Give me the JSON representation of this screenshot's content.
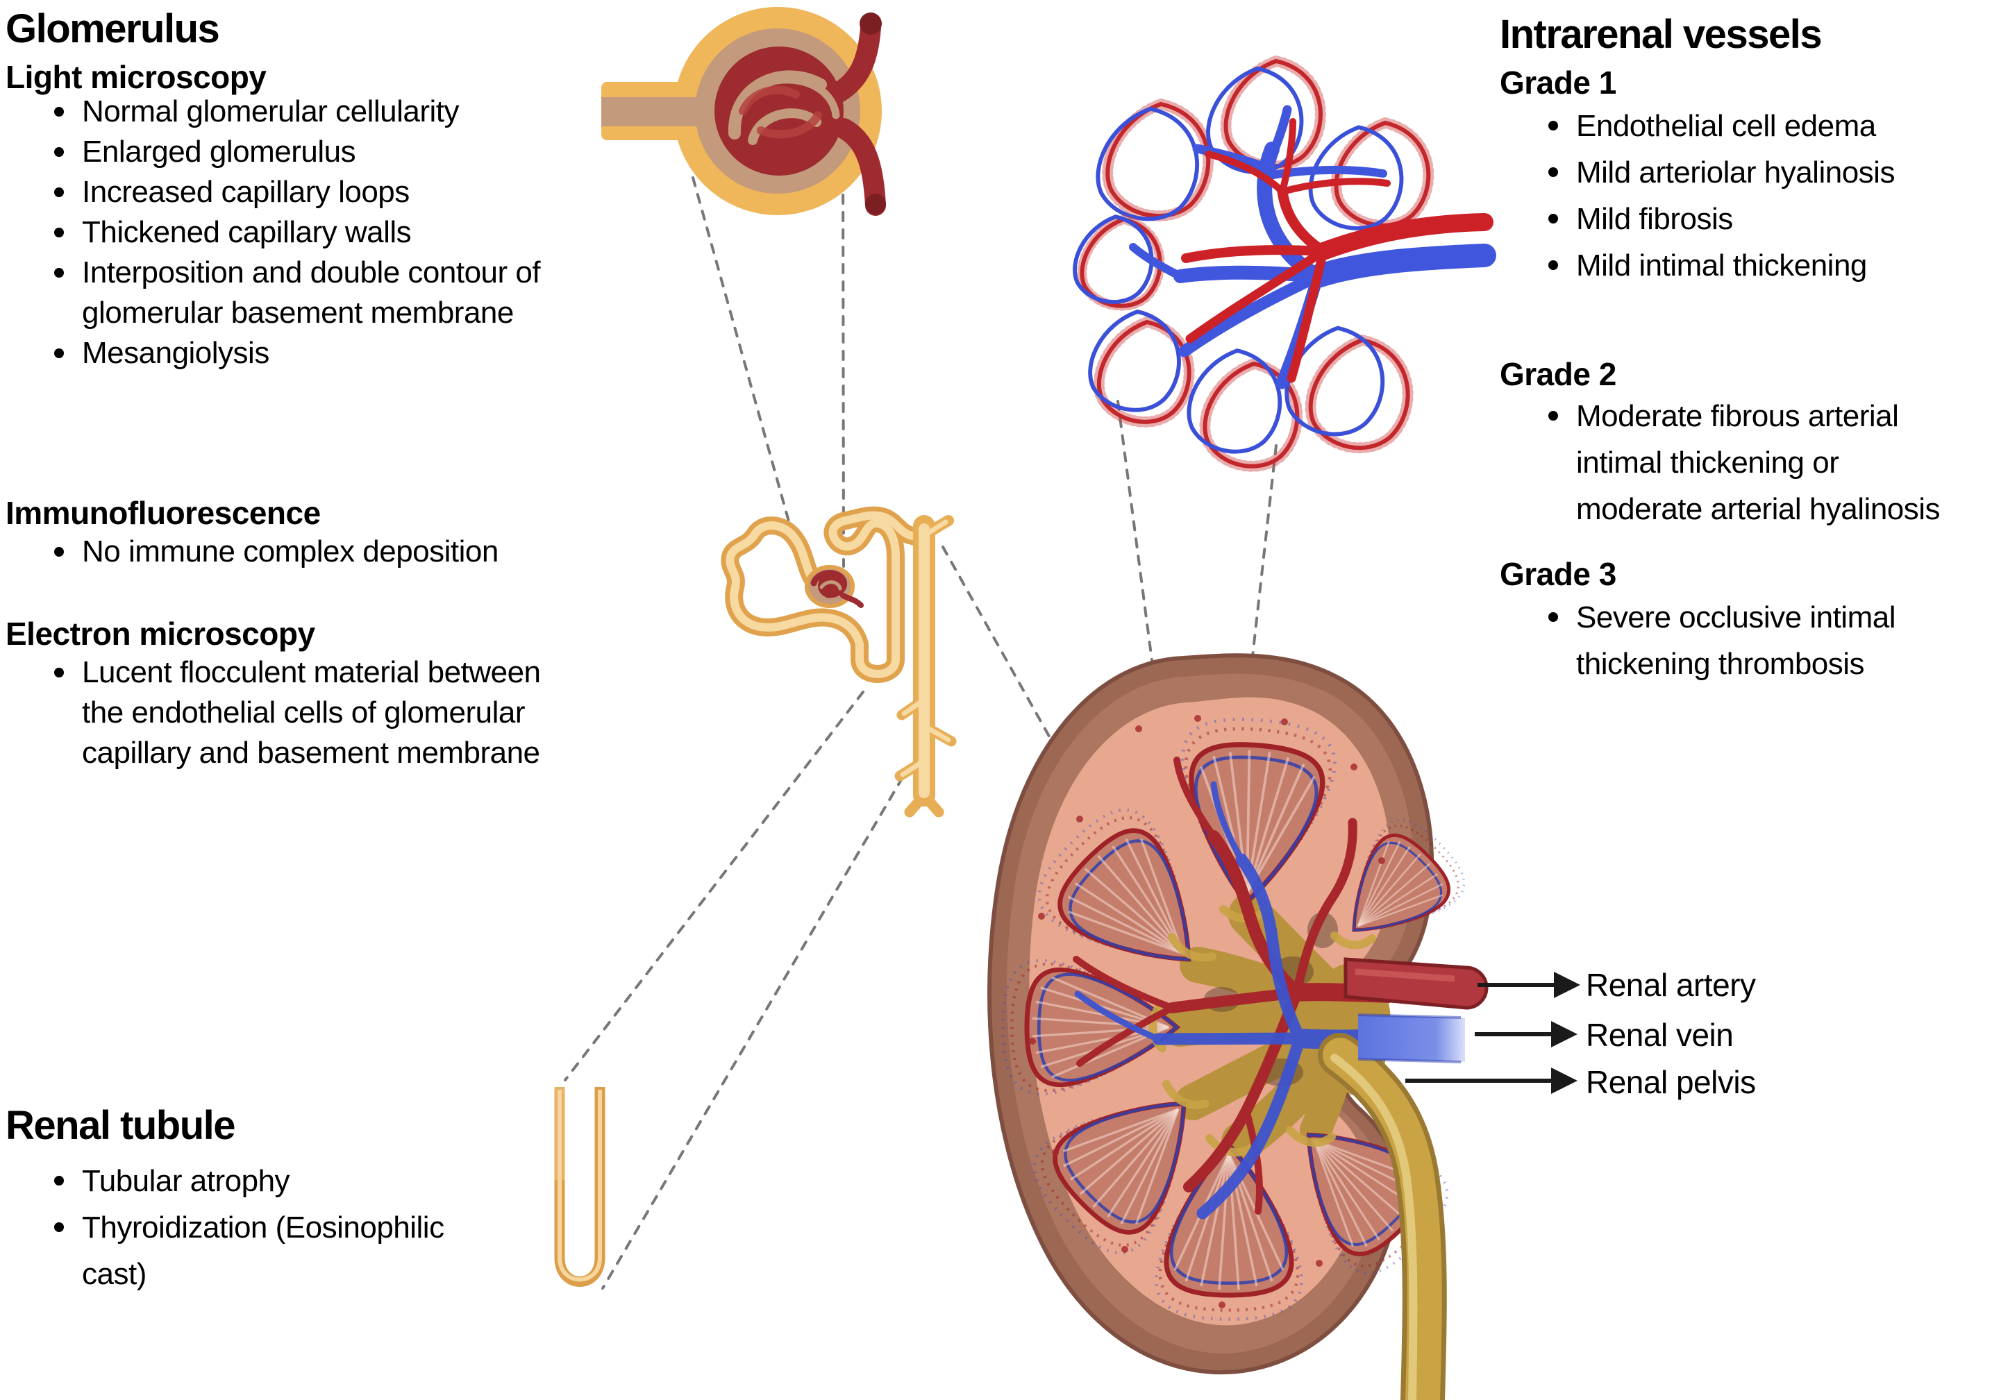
{
  "left": {
    "title": "Glomerulus",
    "groups": [
      {
        "heading": "Light microscopy",
        "bullets": [
          [
            "Normal glomerular cellularity"
          ],
          [
            "Enlarged glomerulus"
          ],
          [
            "Increased capillary loops"
          ],
          [
            "Thickened capillary walls"
          ],
          [
            "Interposition and double contour of",
            "glomerular basement membrane"
          ],
          [
            "Mesangiolysis"
          ]
        ]
      },
      {
        "heading": "Immunofluorescence",
        "bullets": [
          [
            "No immune complex deposition"
          ]
        ]
      },
      {
        "heading": "Electron microscopy",
        "bullets": [
          [
            "Lucent flocculent material between",
            "the endothelial cells of glomerular",
            "capillary and basement membrane"
          ]
        ]
      }
    ]
  },
  "tubule": {
    "title": "Renal tubule",
    "bullets": [
      [
        "Tubular atrophy"
      ],
      [
        "Thyroidization (Eosinophilic",
        "cast)"
      ]
    ]
  },
  "right": {
    "title": "Intrarenal vessels",
    "groups": [
      {
        "heading": "Grade 1",
        "bullets": [
          [
            "Endothelial cell edema"
          ],
          [
            "Mild arteriolar hyalinosis"
          ],
          [
            "Mild fibrosis"
          ],
          [
            "Mild intimal thickening"
          ]
        ]
      },
      {
        "heading": "Grade 2",
        "bullets": [
          [
            "Moderate fibrous arterial",
            "intimal thickening or",
            "moderate arterial hyalinosis"
          ]
        ]
      },
      {
        "heading": "Grade 3",
        "bullets": [
          [
            "Severe occlusive intimal",
            "thickening thrombosis"
          ]
        ]
      }
    ]
  },
  "labels": {
    "artery": "Renal artery",
    "vein": "Renal vein",
    "pelvis": "Renal pelvis"
  },
  "palette": {
    "artery_red": "#b23840",
    "vessel_red": "#cc2127",
    "vein_blue": "#5d73df",
    "vessel_blue": "#4056dd",
    "tubule_orange": "#e8ae56",
    "tubule_core": "#f7d9a2",
    "capsule_orange": "#efb65a",
    "capsule_tan": "#c49a7c",
    "tuft_dark_red": "#9e2b2f",
    "kidney_capsule_brown": "#9c6753",
    "kidney_cortex": "#e7a88f",
    "kidney_pyramid": "#c57d6b",
    "pelvis_gold": "#b8923c",
    "ureter_gold": "#c9a344",
    "dashed_gray": "#777777",
    "text_black": "#000000"
  }
}
